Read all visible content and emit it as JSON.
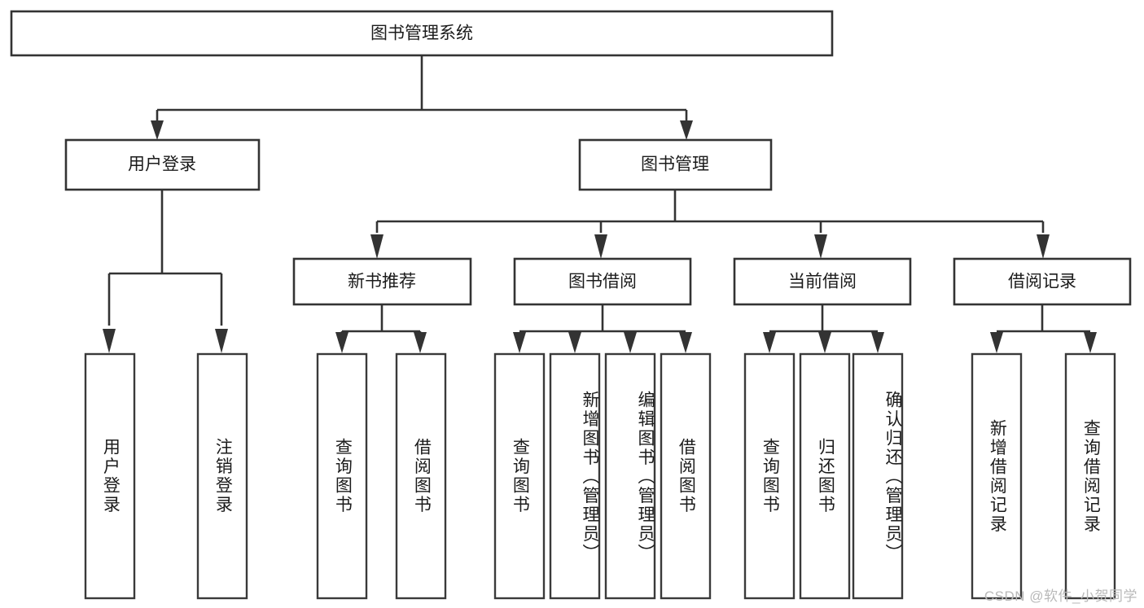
{
  "diagram": {
    "type": "hierarchy-tree",
    "title": "图书管理系统",
    "watermark": "CSDN @软件_小贺同学",
    "colors": {
      "background": "#ffffff",
      "stroke": "#333333",
      "text": "#1b1b1b",
      "watermark": "#b9b9b9"
    },
    "root": {
      "label": "图书管理系统"
    },
    "level2": [
      {
        "label": "用户登录"
      },
      {
        "label": "图书管理"
      }
    ],
    "level3": [
      {
        "label": "新书推荐"
      },
      {
        "label": "图书借阅"
      },
      {
        "label": "当前借阅"
      },
      {
        "label": "借阅记录"
      }
    ],
    "leaves": {
      "user_login": [
        {
          "label": "用户登录"
        },
        {
          "label": "注销登录"
        }
      ],
      "new_book_recommend": [
        {
          "label": "查询图书"
        },
        {
          "label": "借阅图书"
        }
      ],
      "book_borrow": [
        {
          "label": "查询图书"
        },
        {
          "label": "新增图书（管理员）"
        },
        {
          "label": "编辑图书（管理员）"
        },
        {
          "label": "借阅图书"
        }
      ],
      "current_borrow": [
        {
          "label": "查询图书"
        },
        {
          "label": "归还图书"
        },
        {
          "label": "确认归还（管理员）"
        }
      ],
      "borrow_record": [
        {
          "label": "新增借阅记录"
        },
        {
          "label": "查询借阅记录"
        }
      ]
    }
  }
}
